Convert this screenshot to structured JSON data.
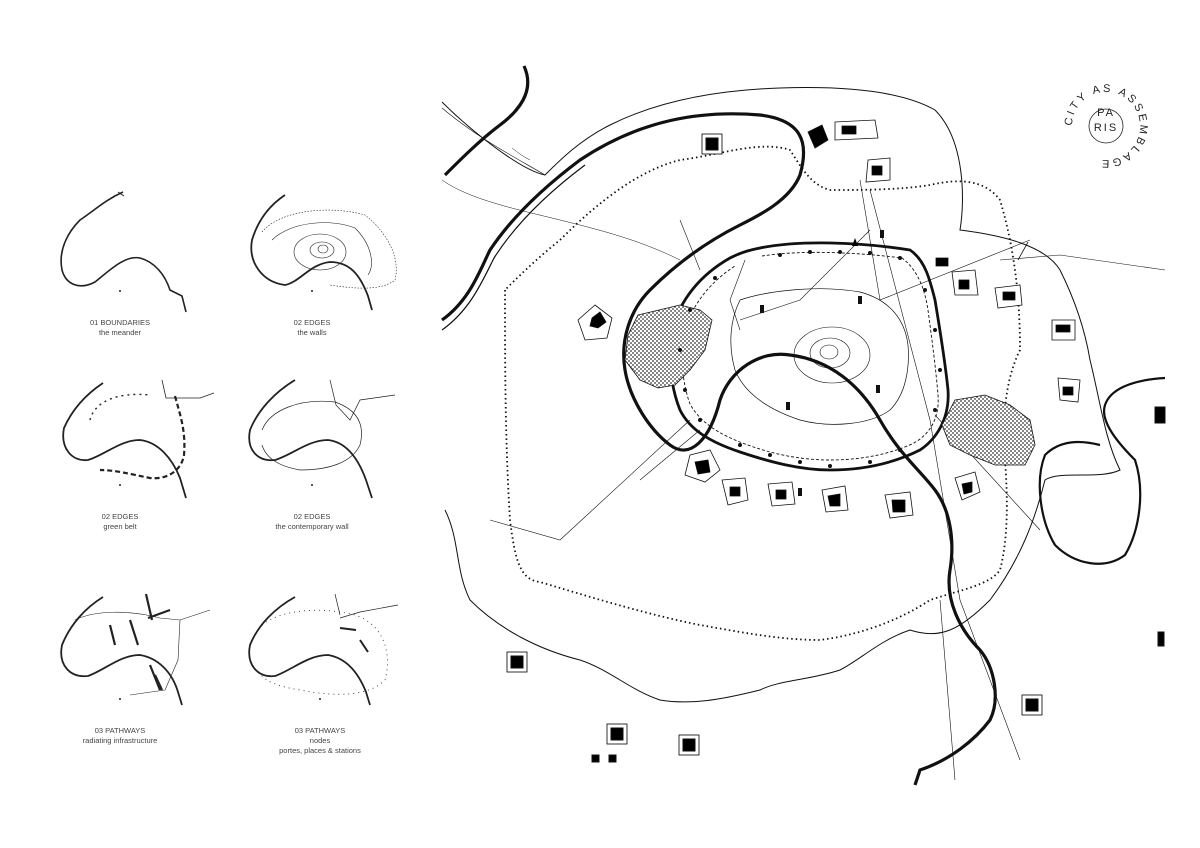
{
  "stamp": {
    "ring_text": "CITY AS ASSEMBLAGE",
    "center_line1": "PA",
    "center_line2": "RIS"
  },
  "panels": [
    {
      "title": "01 BOUNDARIES",
      "subtitle": "the meander"
    },
    {
      "title": "02 EDGES",
      "subtitle": "the walls"
    },
    {
      "title": "02 EDGES",
      "subtitle": "green belt"
    },
    {
      "title": "02 EDGES",
      "subtitle": "the contemporary wall"
    },
    {
      "title": "03 PATHWAYS",
      "subtitle": "radiating infrastructure"
    },
    {
      "title": "03 PATHWAYS",
      "subtitle": "nodes",
      "subtitle2": "portes, places & stations"
    }
  ]
}
